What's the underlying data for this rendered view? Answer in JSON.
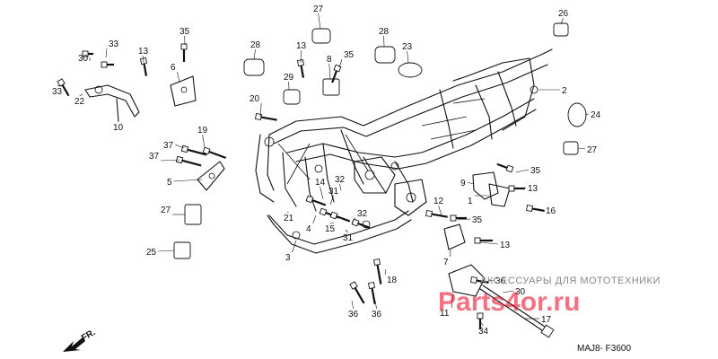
{
  "diagram": {
    "code": "MAJ8- F3600",
    "direction_label": "FR.",
    "watermark": {
      "text": "АКСЕССУАРЫ ДЛЯ МОТОТЕХНИКИ",
      "brand": "Parts4or.ru"
    },
    "callouts": [
      {
        "id": "c1",
        "num": "1"
      },
      {
        "id": "c2",
        "num": "2"
      },
      {
        "id": "c3",
        "num": "3"
      },
      {
        "id": "c4",
        "num": "4"
      },
      {
        "id": "c5",
        "num": "5"
      },
      {
        "id": "c6",
        "num": "6"
      },
      {
        "id": "c7",
        "num": "7"
      },
      {
        "id": "c8",
        "num": "8"
      },
      {
        "id": "c9",
        "num": "9"
      },
      {
        "id": "c10",
        "num": "10"
      },
      {
        "id": "c11",
        "num": "11"
      },
      {
        "id": "c12",
        "num": "12"
      },
      {
        "id": "c13a",
        "num": "13"
      },
      {
        "id": "c13b",
        "num": "13"
      },
      {
        "id": "c13c",
        "num": "13"
      },
      {
        "id": "c13d",
        "num": "13"
      },
      {
        "id": "c14",
        "num": "14"
      },
      {
        "id": "c15",
        "num": "15"
      },
      {
        "id": "c16",
        "num": "16"
      },
      {
        "id": "c17",
        "num": "17"
      },
      {
        "id": "c18",
        "num": "18"
      },
      {
        "id": "c19",
        "num": "19"
      },
      {
        "id": "c20",
        "num": "20"
      },
      {
        "id": "c21",
        "num": "21"
      },
      {
        "id": "c22",
        "num": "22"
      },
      {
        "id": "c23",
        "num": "23"
      },
      {
        "id": "c24",
        "num": "24"
      },
      {
        "id": "c25",
        "num": "25"
      },
      {
        "id": "c26",
        "num": "26"
      },
      {
        "id": "c27a",
        "num": "27"
      },
      {
        "id": "c27b",
        "num": "27"
      },
      {
        "id": "c27c",
        "num": "27"
      },
      {
        "id": "c28a",
        "num": "28"
      },
      {
        "id": "c28b",
        "num": "28"
      },
      {
        "id": "c29",
        "num": "29"
      },
      {
        "id": "c30a",
        "num": "30"
      },
      {
        "id": "c30b",
        "num": "30"
      },
      {
        "id": "c31a",
        "num": "31"
      },
      {
        "id": "c31b",
        "num": "31"
      },
      {
        "id": "c32a",
        "num": "32"
      },
      {
        "id": "c32b",
        "num": "32"
      },
      {
        "id": "c33a",
        "num": "33"
      },
      {
        "id": "c33b",
        "num": "33"
      },
      {
        "id": "c34",
        "num": "34"
      },
      {
        "id": "c35a",
        "num": "35"
      },
      {
        "id": "c35b",
        "num": "35"
      },
      {
        "id": "c35c",
        "num": "35"
      },
      {
        "id": "c35d",
        "num": "35"
      },
      {
        "id": "c36a",
        "num": "36"
      },
      {
        "id": "c36b",
        "num": "36"
      },
      {
        "id": "c36c",
        "num": "36"
      },
      {
        "id": "c37a",
        "num": "37"
      },
      {
        "id": "c37b",
        "num": "37"
      }
    ]
  }
}
